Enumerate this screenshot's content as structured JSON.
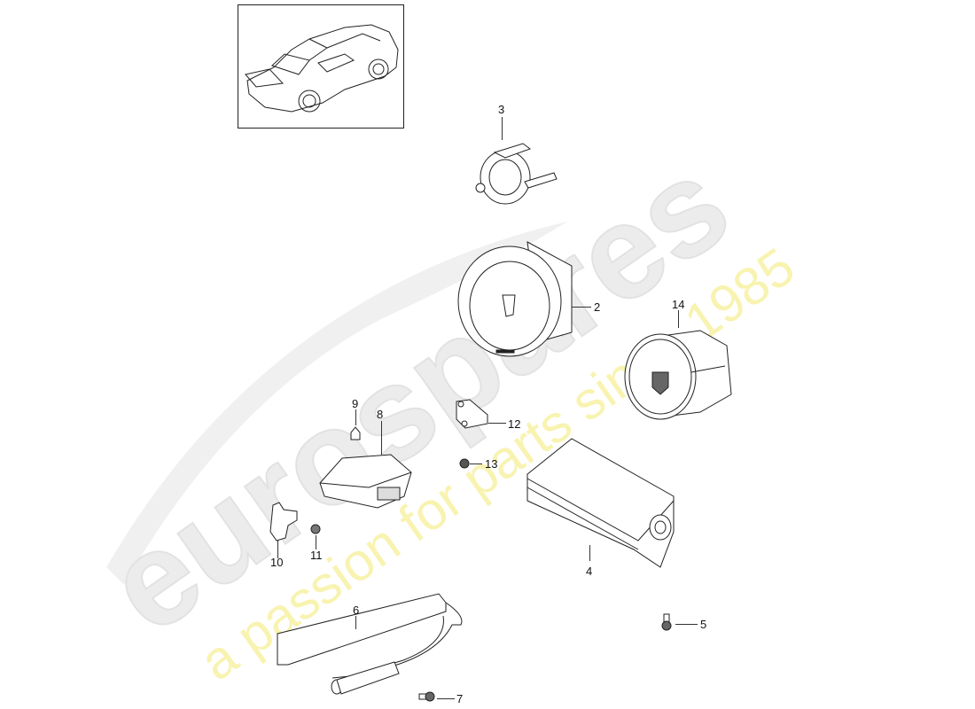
{
  "diagram": {
    "type": "exploded parts diagram",
    "subject": "airbag system components",
    "thumbnail": {
      "description": "car overview (rear three-quarter view)"
    },
    "parts": [
      {
        "number": "2",
        "name": "driver airbag module"
      },
      {
        "number": "3",
        "name": "clock spring / contact unit"
      },
      {
        "number": "4",
        "name": "passenger airbag module"
      },
      {
        "number": "5",
        "name": "bolt"
      },
      {
        "number": "6",
        "name": "side curtain airbag"
      },
      {
        "number": "7",
        "name": "bolt"
      },
      {
        "number": "8",
        "name": "airbag control unit"
      },
      {
        "number": "9",
        "name": "nut"
      },
      {
        "number": "10",
        "name": "crash sensor"
      },
      {
        "number": "11",
        "name": "nut"
      },
      {
        "number": "12",
        "name": "crash sensor"
      },
      {
        "number": "13",
        "name": "nut"
      },
      {
        "number": "14",
        "name": "steering wheel airbag module"
      }
    ]
  },
  "labels": {
    "l2": "2",
    "l3": "3",
    "l4": "4",
    "l5": "5",
    "l6": "6",
    "l7": "7",
    "l8": "8",
    "l9": "9",
    "l10": "10",
    "l11": "11",
    "l12": "12",
    "l13": "13",
    "l14": "14"
  },
  "watermark": {
    "brand": "eurospares",
    "tagline": "a passion for parts since 1985",
    "brand_color": "#e6e6e6",
    "tagline_color": "#f7f2a8"
  }
}
